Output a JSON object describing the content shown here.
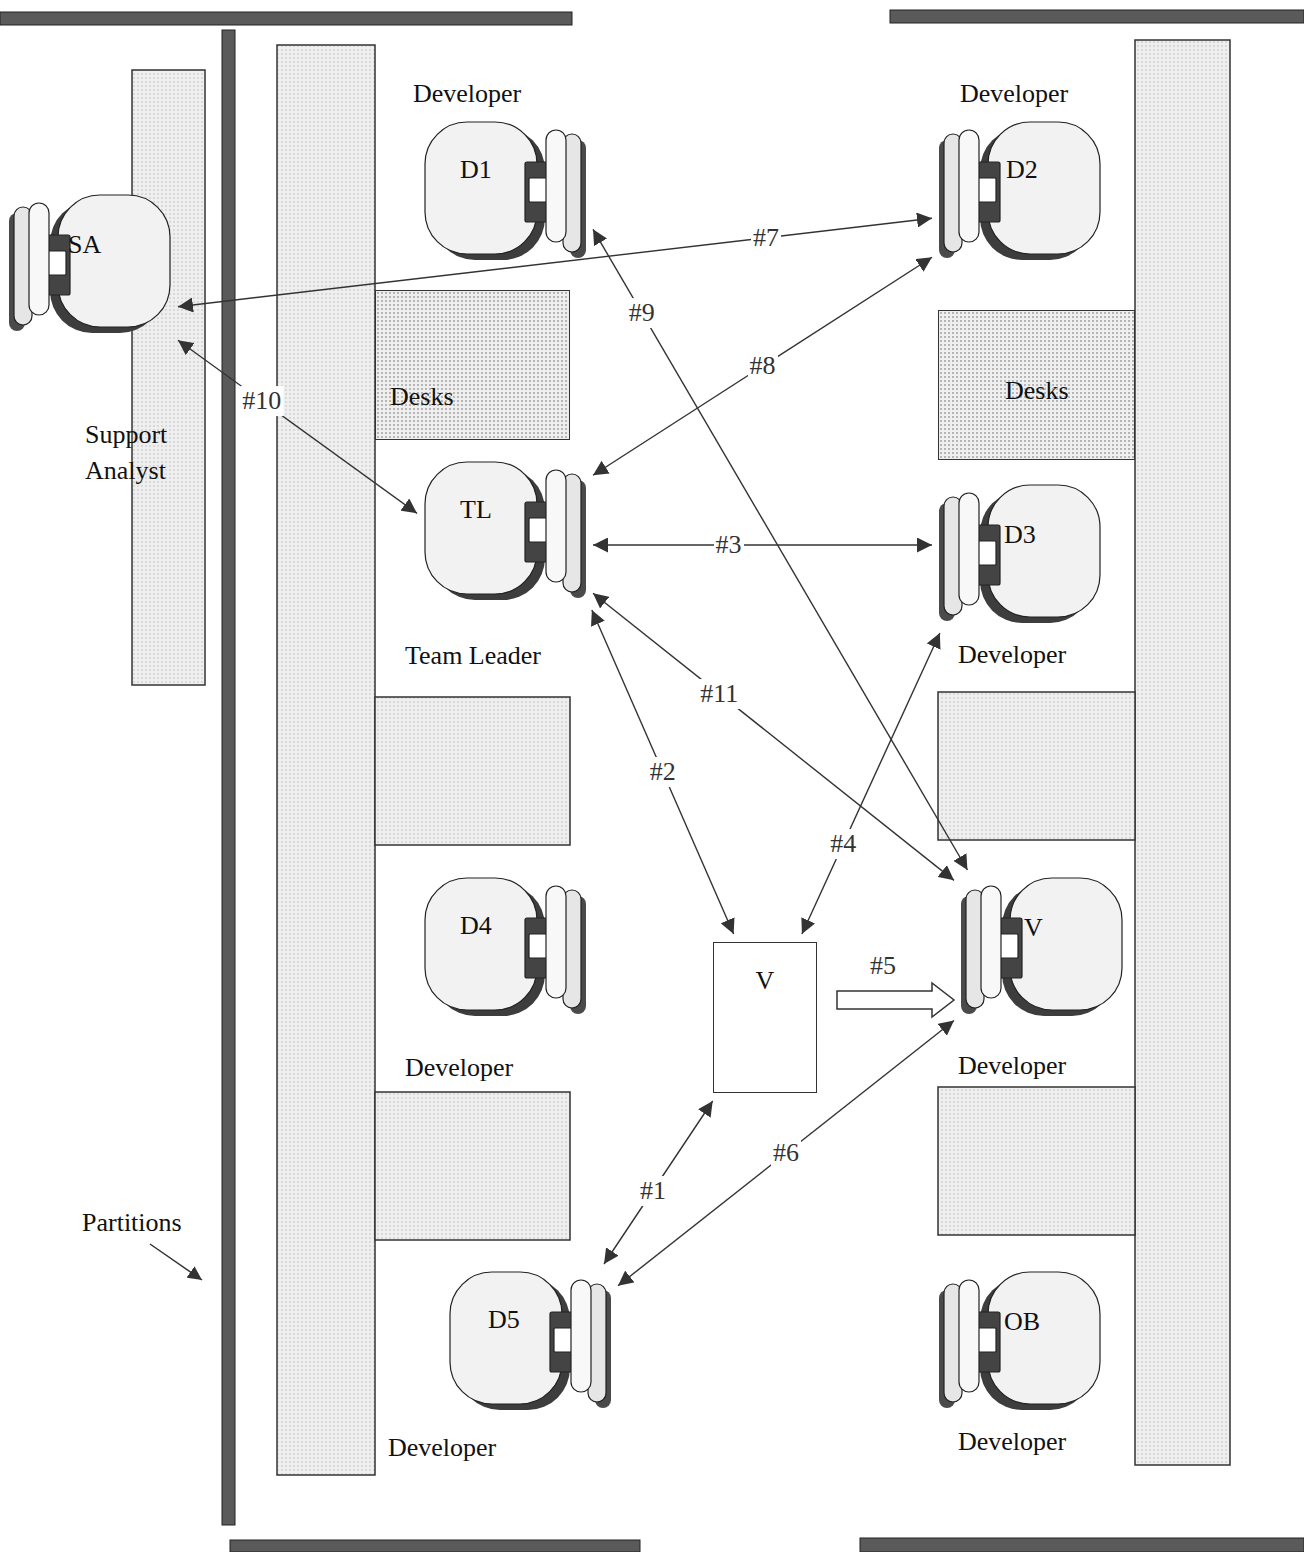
{
  "diagram": {
    "nodes": [
      {
        "text": [
          "Developer",
          "D1"
        ]
      },
      {
        "text": [
          "Developer",
          "D2"
        ]
      },
      {
        "text": [
          "SA",
          "Support Analyst"
        ]
      },
      {
        "text": [
          "Desks"
        ]
      },
      {
        "text": [
          "Desks"
        ]
      },
      {
        "text": [
          "TL",
          "Team Leader"
        ]
      },
      {
        "text": [
          "D3",
          "Developer"
        ]
      },
      {
        "text": [
          "D4",
          "Developer"
        ]
      },
      {
        "text": [
          "V",
          "Developer"
        ]
      },
      {
        "text": [
          "V"
        ]
      },
      {
        "text": [
          "D5",
          "Developer"
        ]
      },
      {
        "text": [
          "OB",
          "Developer"
        ]
      }
    ],
    "edges": [
      {
        "from": 10,
        "to": 9,
        "label": "#1",
        "arrow": "both"
      },
      {
        "from": 5,
        "to": 9,
        "label": "#2",
        "arrow": "both"
      },
      {
        "from": 5,
        "to": 6,
        "label": "#3",
        "arrow": "both"
      },
      {
        "from": 6,
        "to": 9,
        "label": "#4",
        "arrow": "both"
      },
      {
        "from": 9,
        "to": 8,
        "label": "#5",
        "arrow": "to"
      },
      {
        "from": 10,
        "to": 8,
        "label": "#6",
        "arrow": "both"
      },
      {
        "from": 2,
        "to": 1,
        "label": "#7",
        "arrow": "both"
      },
      {
        "from": 5,
        "to": 1,
        "label": "#8",
        "arrow": "both"
      },
      {
        "from": 0,
        "to": 8,
        "label": "#9",
        "arrow": "both"
      },
      {
        "from": 2,
        "to": 5,
        "label": "#10",
        "arrow": "both"
      },
      {
        "from": 5,
        "to": 8,
        "label": "#11",
        "arrow": "both"
      }
    ],
    "labels": [
      "Partitions"
    ]
  }
}
